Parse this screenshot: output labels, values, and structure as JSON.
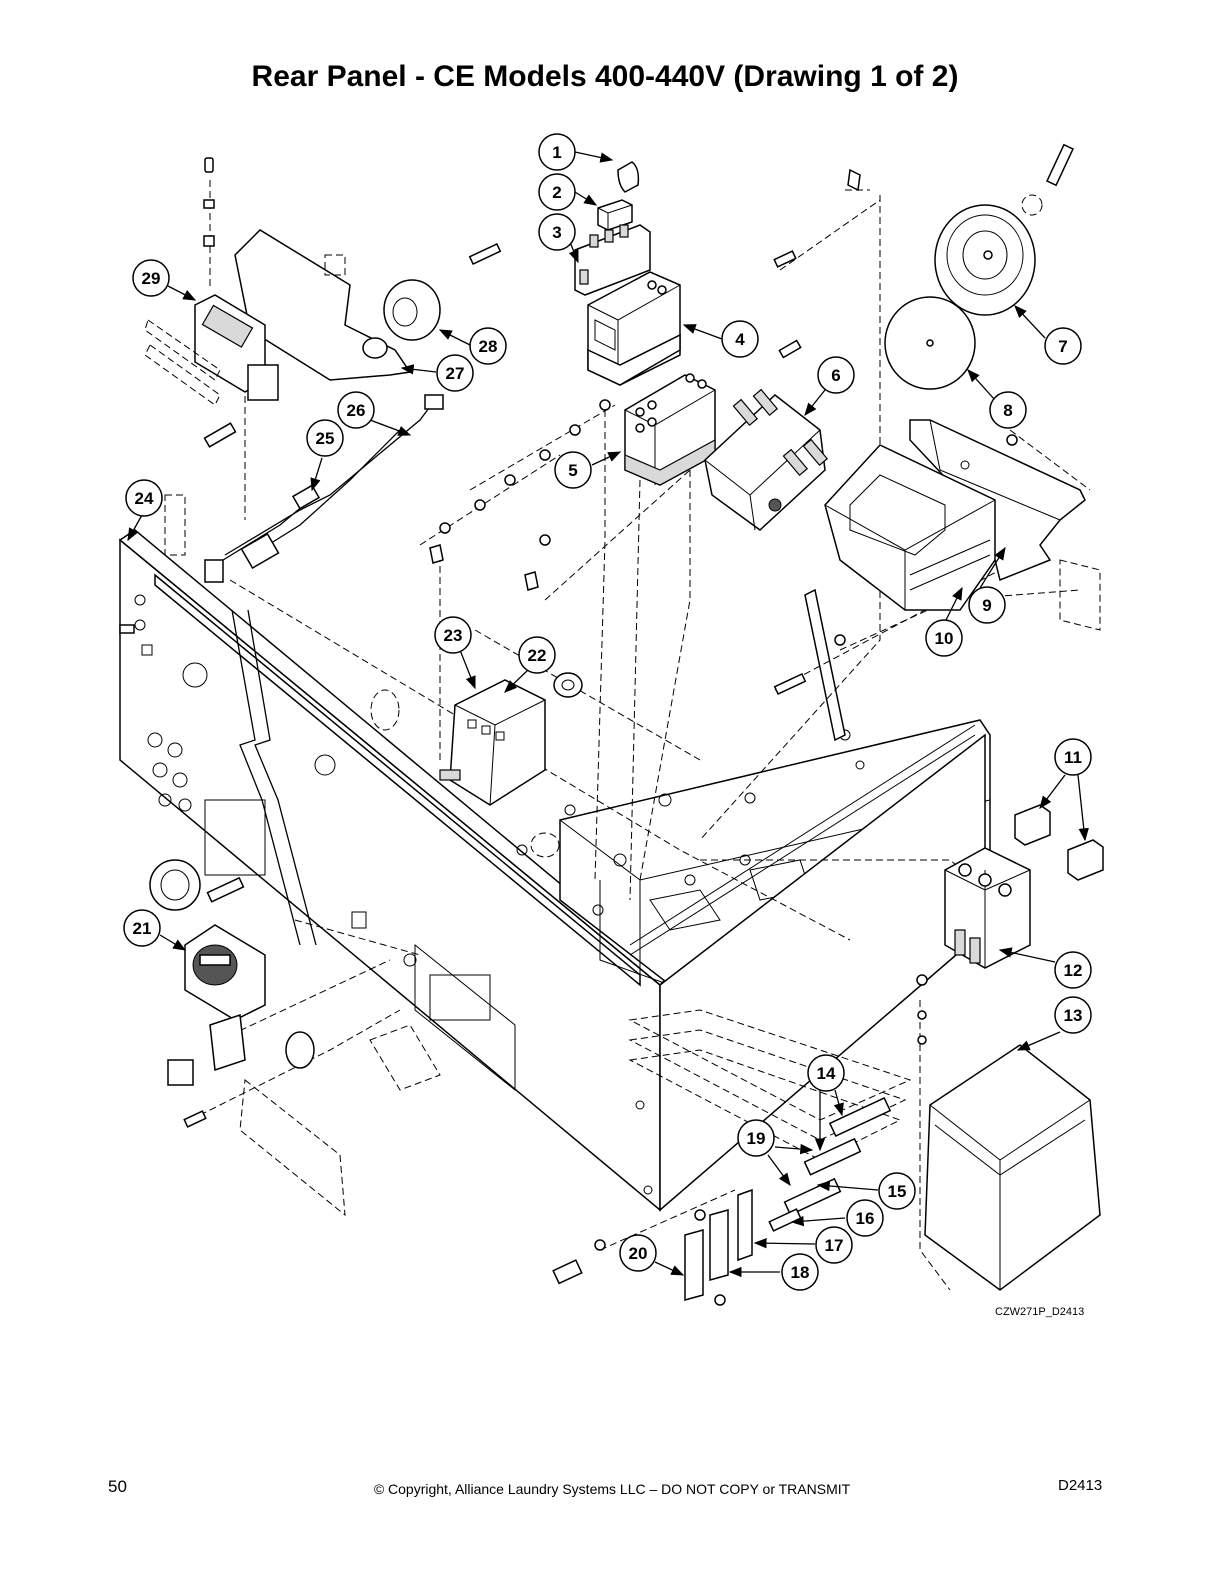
{
  "page": {
    "title": "Rear Panel - CE Models 400-440V (Drawing 1 of 2)",
    "page_number": "50",
    "copyright": "© Copyright, Alliance Laundry Systems LLC – DO NOT COPY or TRANSMIT",
    "doc_code": "D2413"
  },
  "diagram": {
    "drawing_code": "CZW271P_D2413",
    "callouts": [
      "1",
      "2",
      "3",
      "4",
      "5",
      "6",
      "7",
      "8",
      "9",
      "10",
      "11",
      "12",
      "13",
      "14",
      "15",
      "16",
      "17",
      "18",
      "19",
      "20",
      "21",
      "22",
      "23",
      "24",
      "25",
      "26",
      "27",
      "28",
      "29"
    ]
  }
}
